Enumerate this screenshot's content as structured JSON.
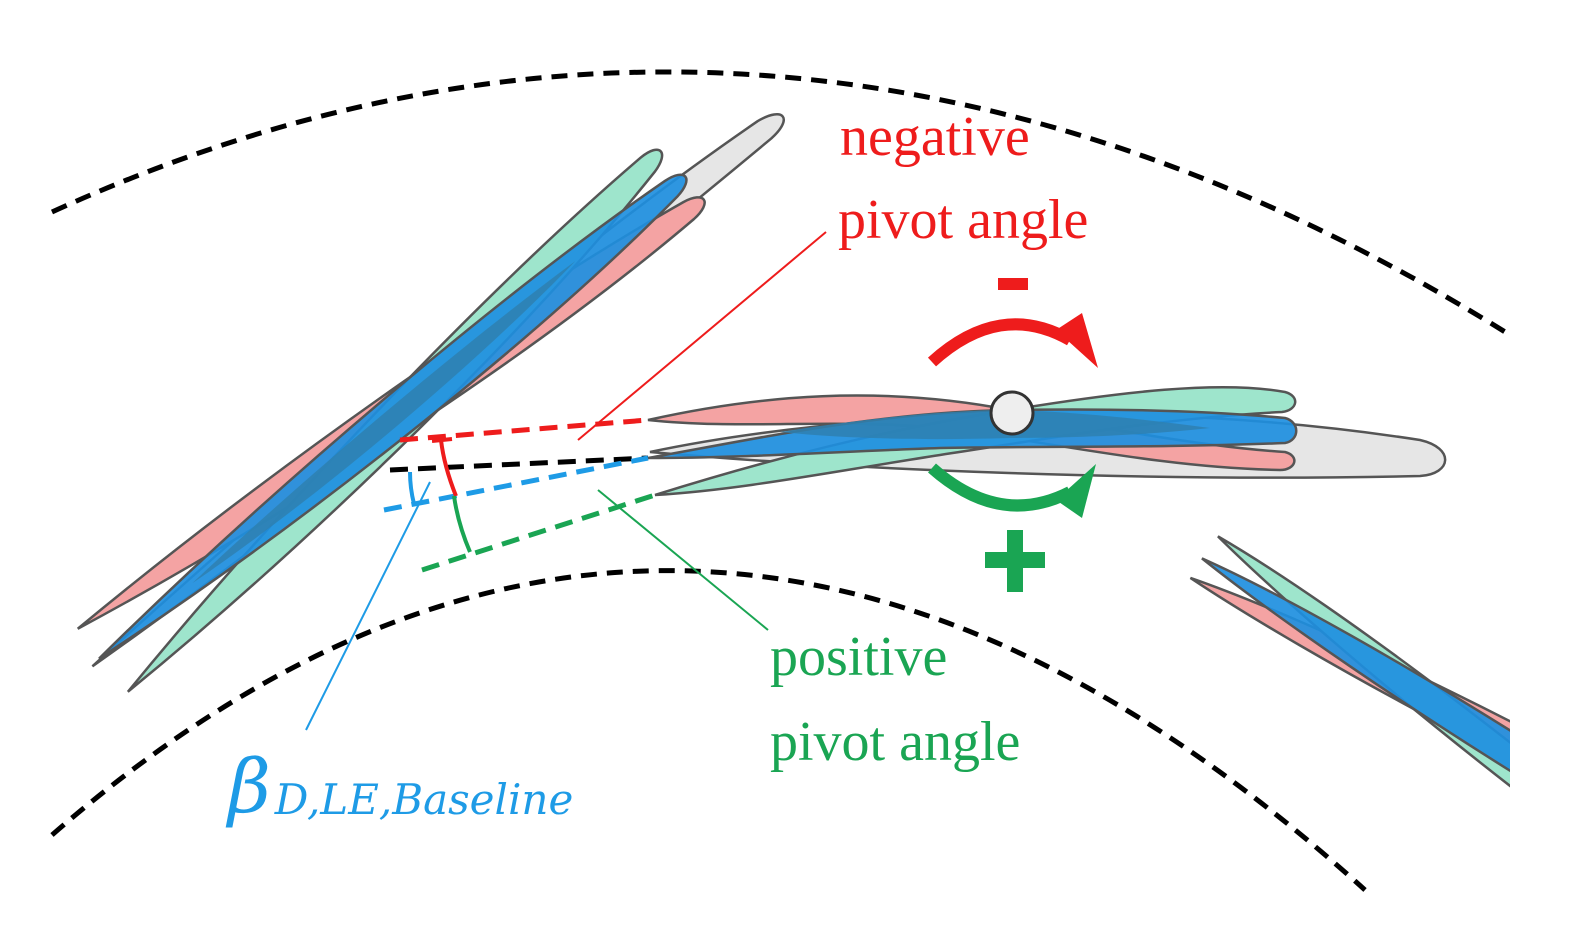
{
  "labels": {
    "negative_line1": "negative",
    "negative_line2": "pivot angle",
    "positive_line1": "positive",
    "positive_line2": "pivot angle",
    "minus_sign": "-",
    "plus_sign": "+",
    "beta_symbol": "β",
    "beta_subscript": "D,LE,Baseline"
  },
  "colors": {
    "negative": "#ee1c1c",
    "positive": "#1aa553",
    "baseline": "#1e9be6",
    "reference": "#000000",
    "blade_red_fill": "#f4a3a3",
    "blade_green_fill": "#9ee5cc",
    "blade_blue_fill": "#1e8fe0",
    "blade_overlap_fill": "#2e80b0",
    "blade_grey_fill": "#e6e6e6",
    "pivot_fill": "#eeeeee"
  }
}
